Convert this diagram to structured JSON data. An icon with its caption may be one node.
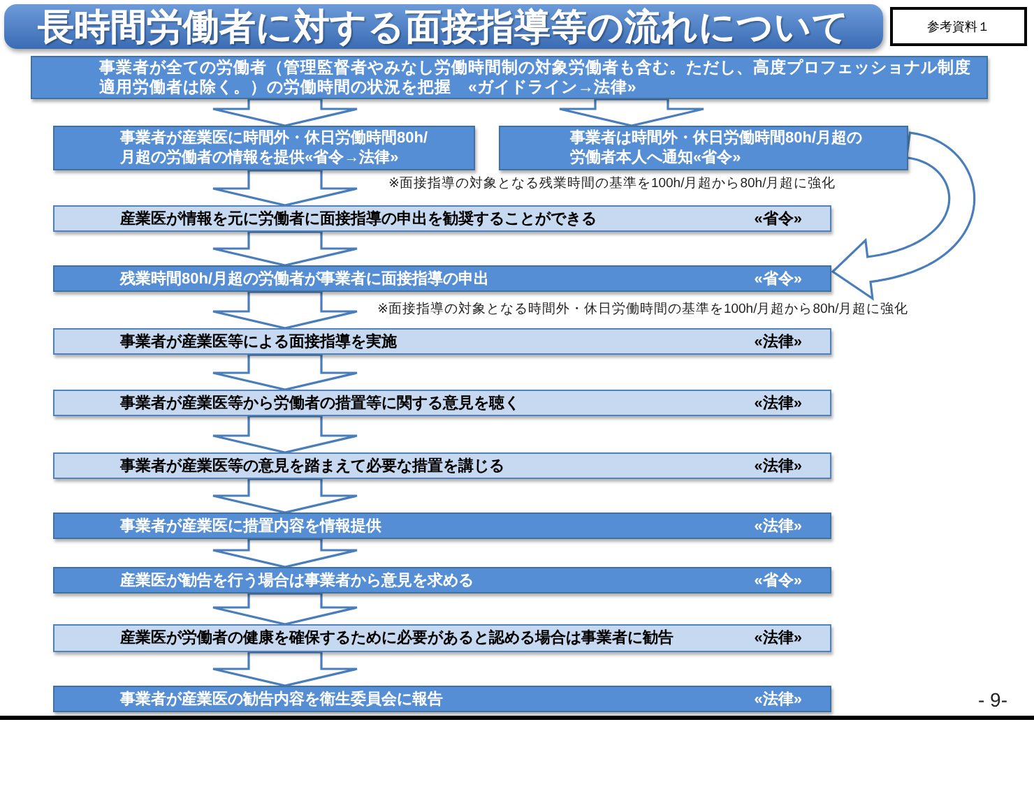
{
  "diagram": {
    "title": "長時間労働者に対する面接指導等の流れについて",
    "nodes": [
      {
        "text": [
          "参考資料１"
        ]
      },
      {
        "text": [
          "事業者が全ての労働者（管理監督者やみなし労働時間制の対象労働者も含む。ただし、高度プロフェッショナル制度適用労働者は除く。）の労働時間の状況を把握　«ガイドライン→法律»"
        ]
      },
      {
        "text": [
          "事業者が産業医に時間外・休日労働時間80h/月超の労働者の情報を提供«省令→法律»"
        ]
      },
      {
        "text": [
          "事業者は時間外・休日労働時間80h/月超の労働者本人へ通知«省令»"
        ]
      },
      {
        "text": [
          "産業医が情報を元に労働者に面接指導の申出を勧奨することができる",
          "«省令»"
        ]
      },
      {
        "text": [
          "残業時間80h/月超の労働者が事業者に面接指導の申出",
          "«省令»"
        ]
      },
      {
        "text": [
          "事業者が産業医等による面接指導を実施",
          "«法律»"
        ]
      },
      {
        "text": [
          "事業者が産業医等から労働者の措置等に関する意見を聴く",
          "«法律»"
        ]
      },
      {
        "text": [
          "事業者が産業医等の意見を踏まえて必要な措置を講じる",
          "«法律»"
        ]
      },
      {
        "text": [
          "事業者が産業医に措置内容を情報提供",
          "«法律»"
        ]
      },
      {
        "text": [
          "産業医が勧告を行う場合は事業者から意見を求める",
          "«省令»"
        ]
      },
      {
        "text": [
          "産業医が労働者の健康を確保するために必要があると認める場合は事業者に勧告",
          "«法律»"
        ]
      },
      {
        "text": [
          "事業者が産業医の勧告内容を衛生委員会に報告",
          "«法律»"
        ]
      }
    ],
    "edges": [
      {
        "from": 1,
        "to": 2,
        "arrow": "to"
      },
      {
        "from": 1,
        "to": 3,
        "arrow": "to"
      },
      {
        "from": 2,
        "to": 4,
        "arrow": "to"
      },
      {
        "from": 4,
        "to": 5,
        "arrow": "to"
      },
      {
        "from": 3,
        "to": 5,
        "arrow": "to"
      },
      {
        "from": 5,
        "to": 6,
        "arrow": "to"
      },
      {
        "from": 6,
        "to": 7,
        "arrow": "to"
      },
      {
        "from": 7,
        "to": 8,
        "arrow": "to"
      },
      {
        "from": 8,
        "to": 9,
        "arrow": "to"
      },
      {
        "from": 9,
        "to": 10,
        "arrow": "to"
      },
      {
        "from": 10,
        "to": 11,
        "arrow": "to"
      },
      {
        "from": 11,
        "to": 12,
        "arrow": "to"
      }
    ],
    "labels": [
      "※面接指導の対象となる残業時間の基準を100h/月超から80h/月超に強化",
      "※面接指導の対象となる時間外・休日労働時間の基準を100h/月超から80h/月超に強化",
      "- 9-"
    ]
  }
}
